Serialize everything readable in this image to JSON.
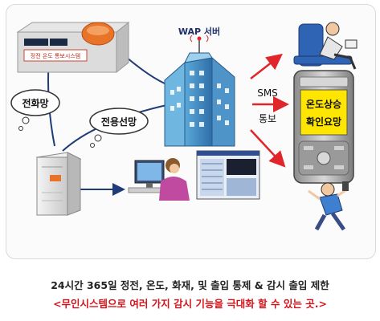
{
  "diagram": {
    "device_label": "정전 온도 통보시스템",
    "wap_server_label": "WAP 서버",
    "phone_network_label": "전화망",
    "leased_line_label": "전용선망",
    "sms_label": "SMS",
    "notify_label": "통보",
    "phone_screen_line1": "온도상승",
    "phone_screen_line2": "확인요망"
  },
  "caption": {
    "line1": "24시간 365일 정전, 온도, 화재, 및  출입 통제 & 감시 출입 제한",
    "line2": "<무인시스템으로 여러 가지 감시 기능을 극대화 할 수 있는 곳.>"
  },
  "colors": {
    "arrow_red": "#e0262b",
    "caption_red": "#d4141c",
    "navy_line": "#1f3c78",
    "phone_screen": "#ffe600"
  }
}
